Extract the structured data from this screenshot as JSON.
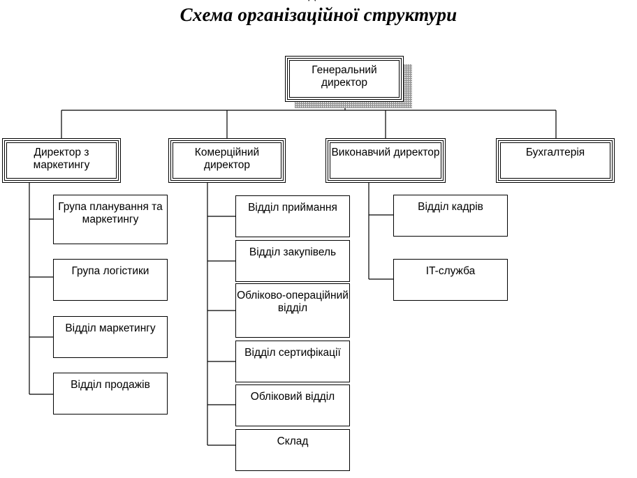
{
  "title": "Схема організаційної структури",
  "top": {
    "label": "Генеральний директор"
  },
  "departments": [
    {
      "id": "marketing",
      "label": "Директор з маркетингу",
      "children": [
        "Група планування та маркетингу",
        "Група логістики",
        "Відділ маркетингу",
        "Відділ продажів"
      ]
    },
    {
      "id": "commercial",
      "label": "Комерційний директор",
      "children": [
        "Відділ приймання",
        "Відділ закупівель",
        "Обліково-операційний відділ",
        "Відділ сертифікації",
        "Обліковий відділ",
        "Склад"
      ]
    },
    {
      "id": "executive",
      "label": "Виконавчий директор",
      "children": [
        "Відділ кадрів",
        "IT-служба"
      ]
    },
    {
      "id": "accounting",
      "label": "Бухгалтерія",
      "children": []
    }
  ]
}
